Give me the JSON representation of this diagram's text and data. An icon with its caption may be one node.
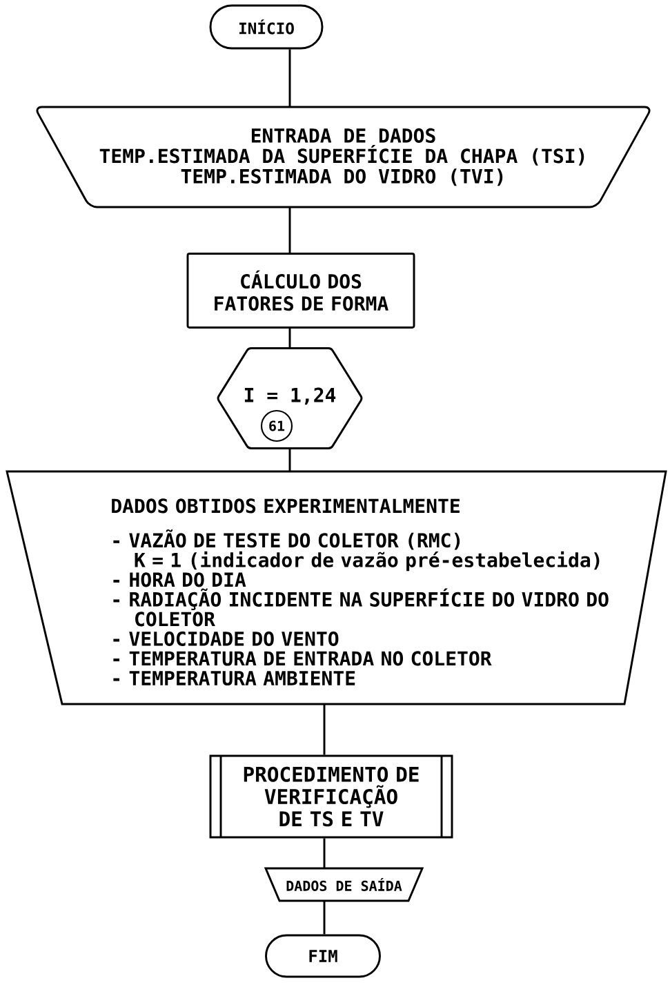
{
  "diagram": {
    "nodes": [
      {
        "text": [
          "INÍCIO"
        ]
      },
      {
        "text": [
          "ENTRADA DE DADOS",
          "TEMP.ESTIMADA DA SUPERFÍCIE DA CHAPA (TSI)",
          "TEMP.ESTIMADA DO VIDRO (TVI)"
        ]
      },
      {
        "text": [
          "CÁLCULO DOS FATORES DE FORMA"
        ]
      },
      {
        "text": [
          "I = 1,24"
        ]
      },
      {
        "text": [
          "61"
        ],
        "in": 3
      },
      {
        "text": [
          "DADOS OBTIDOS EXPERIMENTALMENTE",
          "- VAZÃO DE TESTE DO COLETOR (RMC)",
          "K = 1 (indicador de vazão pré-estabelecida)",
          "- HORA DO DIA",
          "- RADIAÇÃO INCIDENTE NA SUPERFÍCIE DO VIDRO DO COLETOR",
          "- VELOCIDADE DO VENTO",
          "- TEMPERATURA DE ENTRADA NO COLETOR",
          "- TEMPERATURA AMBIENTE"
        ]
      },
      {
        "text": [
          "PROCEDIMENTO DE VERIFICAÇÃO DE TS E TV"
        ]
      },
      {
        "text": [
          "DADOS DE SAÍDA"
        ]
      },
      {
        "text": [
          "FIM"
        ]
      }
    ],
    "edges": [
      {
        "from": 0,
        "to": 1,
        "arrow": "none"
      },
      {
        "from": 1,
        "to": 2,
        "arrow": "none"
      },
      {
        "from": 2,
        "to": 3,
        "arrow": "none"
      },
      {
        "from": 3,
        "to": 5,
        "arrow": "none"
      },
      {
        "from": 5,
        "to": 6,
        "arrow": "none"
      },
      {
        "from": 6,
        "to": 7,
        "arrow": "none"
      },
      {
        "from": 7,
        "to": 8,
        "arrow": "none"
      }
    ]
  }
}
